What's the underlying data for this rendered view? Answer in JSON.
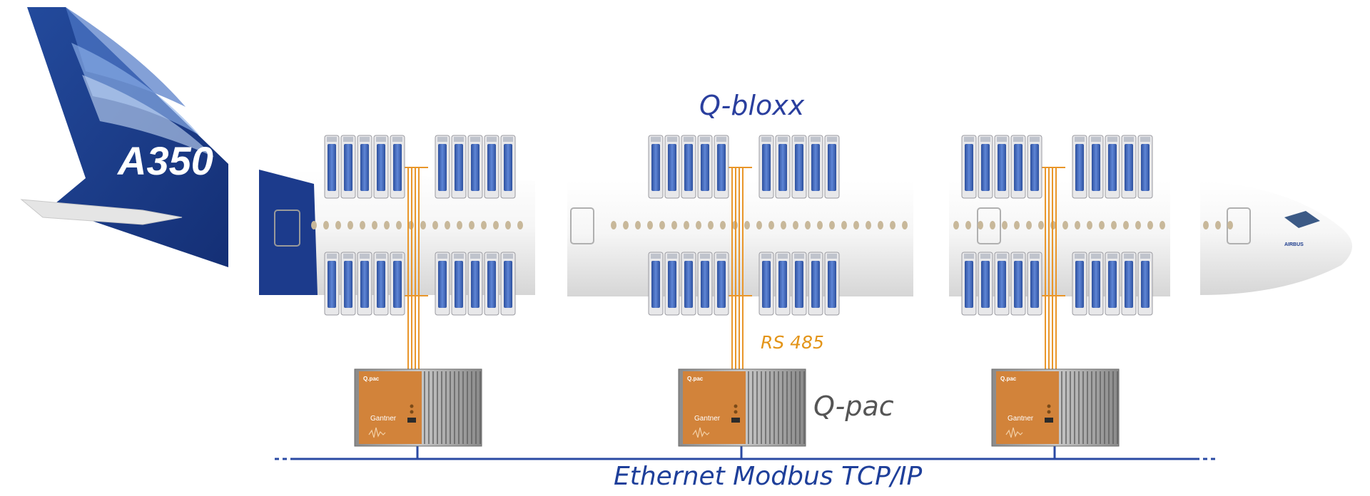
{
  "labels": {
    "bloxx": "Q-bloxx",
    "rs485": "RS 485",
    "qpac": "Q-pac",
    "ethernet": "Ethernet Modbus TCP/IP"
  },
  "aircraft": {
    "model": "A350",
    "brand": "AIRBUS"
  },
  "device": {
    "badge": "Q.pac",
    "brand": "Gantner"
  },
  "counts": {
    "stations": 3,
    "bloxx_groups_per_station": 4,
    "modules_per_group": 5
  },
  "colors": {
    "airbus_blue": "#1c3b8c",
    "module_blue": "#3d62b8",
    "wire_orange": "#e9962a",
    "qpac_orange": "#d2833a",
    "ethernet_blue": "#2a4aa3"
  }
}
